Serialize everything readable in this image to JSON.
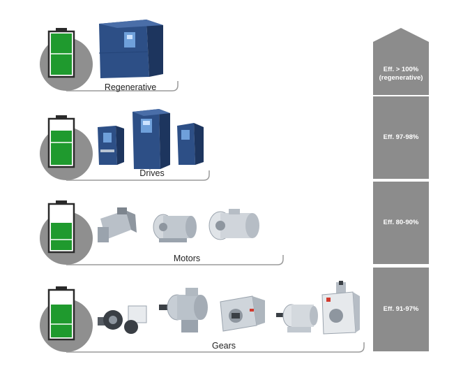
{
  "colors": {
    "battery_fill": "#1f9a2e",
    "battery_outline": "#2a2a2a",
    "circle_gray": "#8f8f8f",
    "frame_line": "#9a9a9a",
    "efficiency_block": "#8c8c8c",
    "drive_blue": "#2d4f86",
    "device_silver": "#c9cfd5"
  },
  "tiers": [
    {
      "id": "regenerative",
      "label": "Regenerative",
      "charge_level": 1.0,
      "products": [
        "large-drive-cabinet"
      ],
      "efficiency": [
        "Eff. > 100%",
        "(regenerative)"
      ]
    },
    {
      "id": "drives",
      "label": "Drives",
      "charge_level": 0.8,
      "products": [
        "small-drive",
        "medium-drive",
        "slim-drive"
      ],
      "efficiency": [
        "Eff. 97-98%"
      ]
    },
    {
      "id": "motors",
      "label": "Motors",
      "charge_level": 0.6,
      "products": [
        "servo-motor",
        "ac-motor",
        "brake-motor"
      ],
      "efficiency": [
        "Eff. 80-90%"
      ]
    },
    {
      "id": "gears",
      "label": "Gears",
      "charge_level": 0.7,
      "products": [
        "planetary-gear",
        "helical-gear",
        "bevel-gearbox",
        "inline-gearmotor",
        "shaft-mounted-gear"
      ],
      "efficiency": [
        "Eff. 91-97%"
      ]
    }
  ]
}
